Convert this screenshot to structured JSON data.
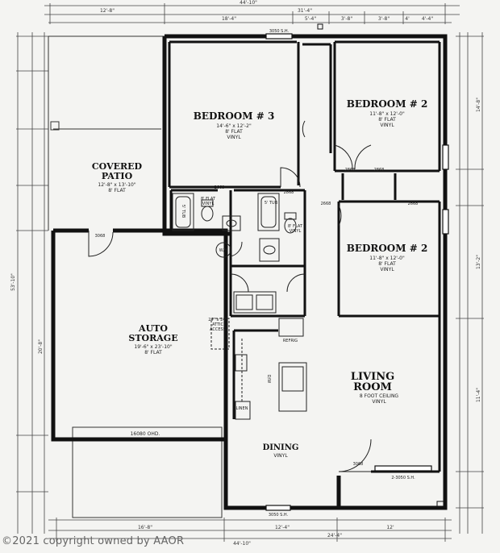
{
  "rooms": {
    "bedroom3": {
      "name": "BEDROOM # 3",
      "size": "14'-6\" x 12'-2\"",
      "ceiling": "8' FLAT",
      "floor": "VINYL"
    },
    "bedroom2_top": {
      "name": "BEDROOM # 2",
      "size": "11'-8\" x 12'-0\"",
      "ceiling": "8' FLAT",
      "floor": "VINYL"
    },
    "bedroom2": {
      "name": "BEDROOM # 2",
      "size": "11'-8\" x 12'-0\"",
      "ceiling": "8' FLAT",
      "floor": "VINYL"
    },
    "patio": {
      "name1": "COVERED",
      "name2": "PATIO",
      "size": "12'-8\" x 13'-10\"",
      "ceiling": "8' FLAT"
    },
    "storage": {
      "name1": "AUTO",
      "name2": "STORAGE",
      "size": "19'-6\" x 23'-10\"",
      "ceiling": "8' FLAT"
    },
    "living": {
      "name1": "LIVING",
      "name2": "ROOM",
      "ceiling": "8 FOOT CEILING",
      "floor": "VINYL"
    },
    "dining": {
      "name": "DINING",
      "floor": "VINYL"
    }
  },
  "labels": {
    "bath1_tub": "5' TUB",
    "bath1_ceiling": "8' FLAT",
    "bath1_floor": "VINYL",
    "bath2_tub": "5' TUB",
    "bath2_ceiling": "8' FLAT",
    "bath2_floor": "VINYL",
    "wh": "W/H",
    "attic1": "24\" x 24\"",
    "attic2": "ATTIC",
    "attic3": "ACCESS",
    "refrig": "REFRIG",
    "linen": "LINEN",
    "dishwasher": "D/W",
    "ohd": "16080 OHD.",
    "door_3068": "3068",
    "door_2868": "2868",
    "door_2668": "2668",
    "window_3050": "3050 S.H.",
    "window_2x3050": "2-3050 S.H."
  },
  "dims": {
    "overall_top": "44'-10\"",
    "top_left": "12'-8\"",
    "top_mid": "18'-4\"",
    "top_right": "31'-4\"",
    "top_a": "5'-4\"",
    "top_b": "3'-8\"",
    "top_c": "3'-8\"",
    "top_d": "4'",
    "top_e": "4'-4\"",
    "left_overall": "53'-10\"",
    "left_a": "20'-8\"",
    "right_a": "14'-8\"",
    "right_b": "13'-2\"",
    "right_c": "11'-4\"",
    "bot_a": "16'-8\"",
    "bot_b": "12'-4\"",
    "bot_c": "24'-4\"",
    "bot_d": "12'",
    "bot_overall": "44'-10\""
  },
  "copyright": "©2021 copyright owned by AAOR"
}
